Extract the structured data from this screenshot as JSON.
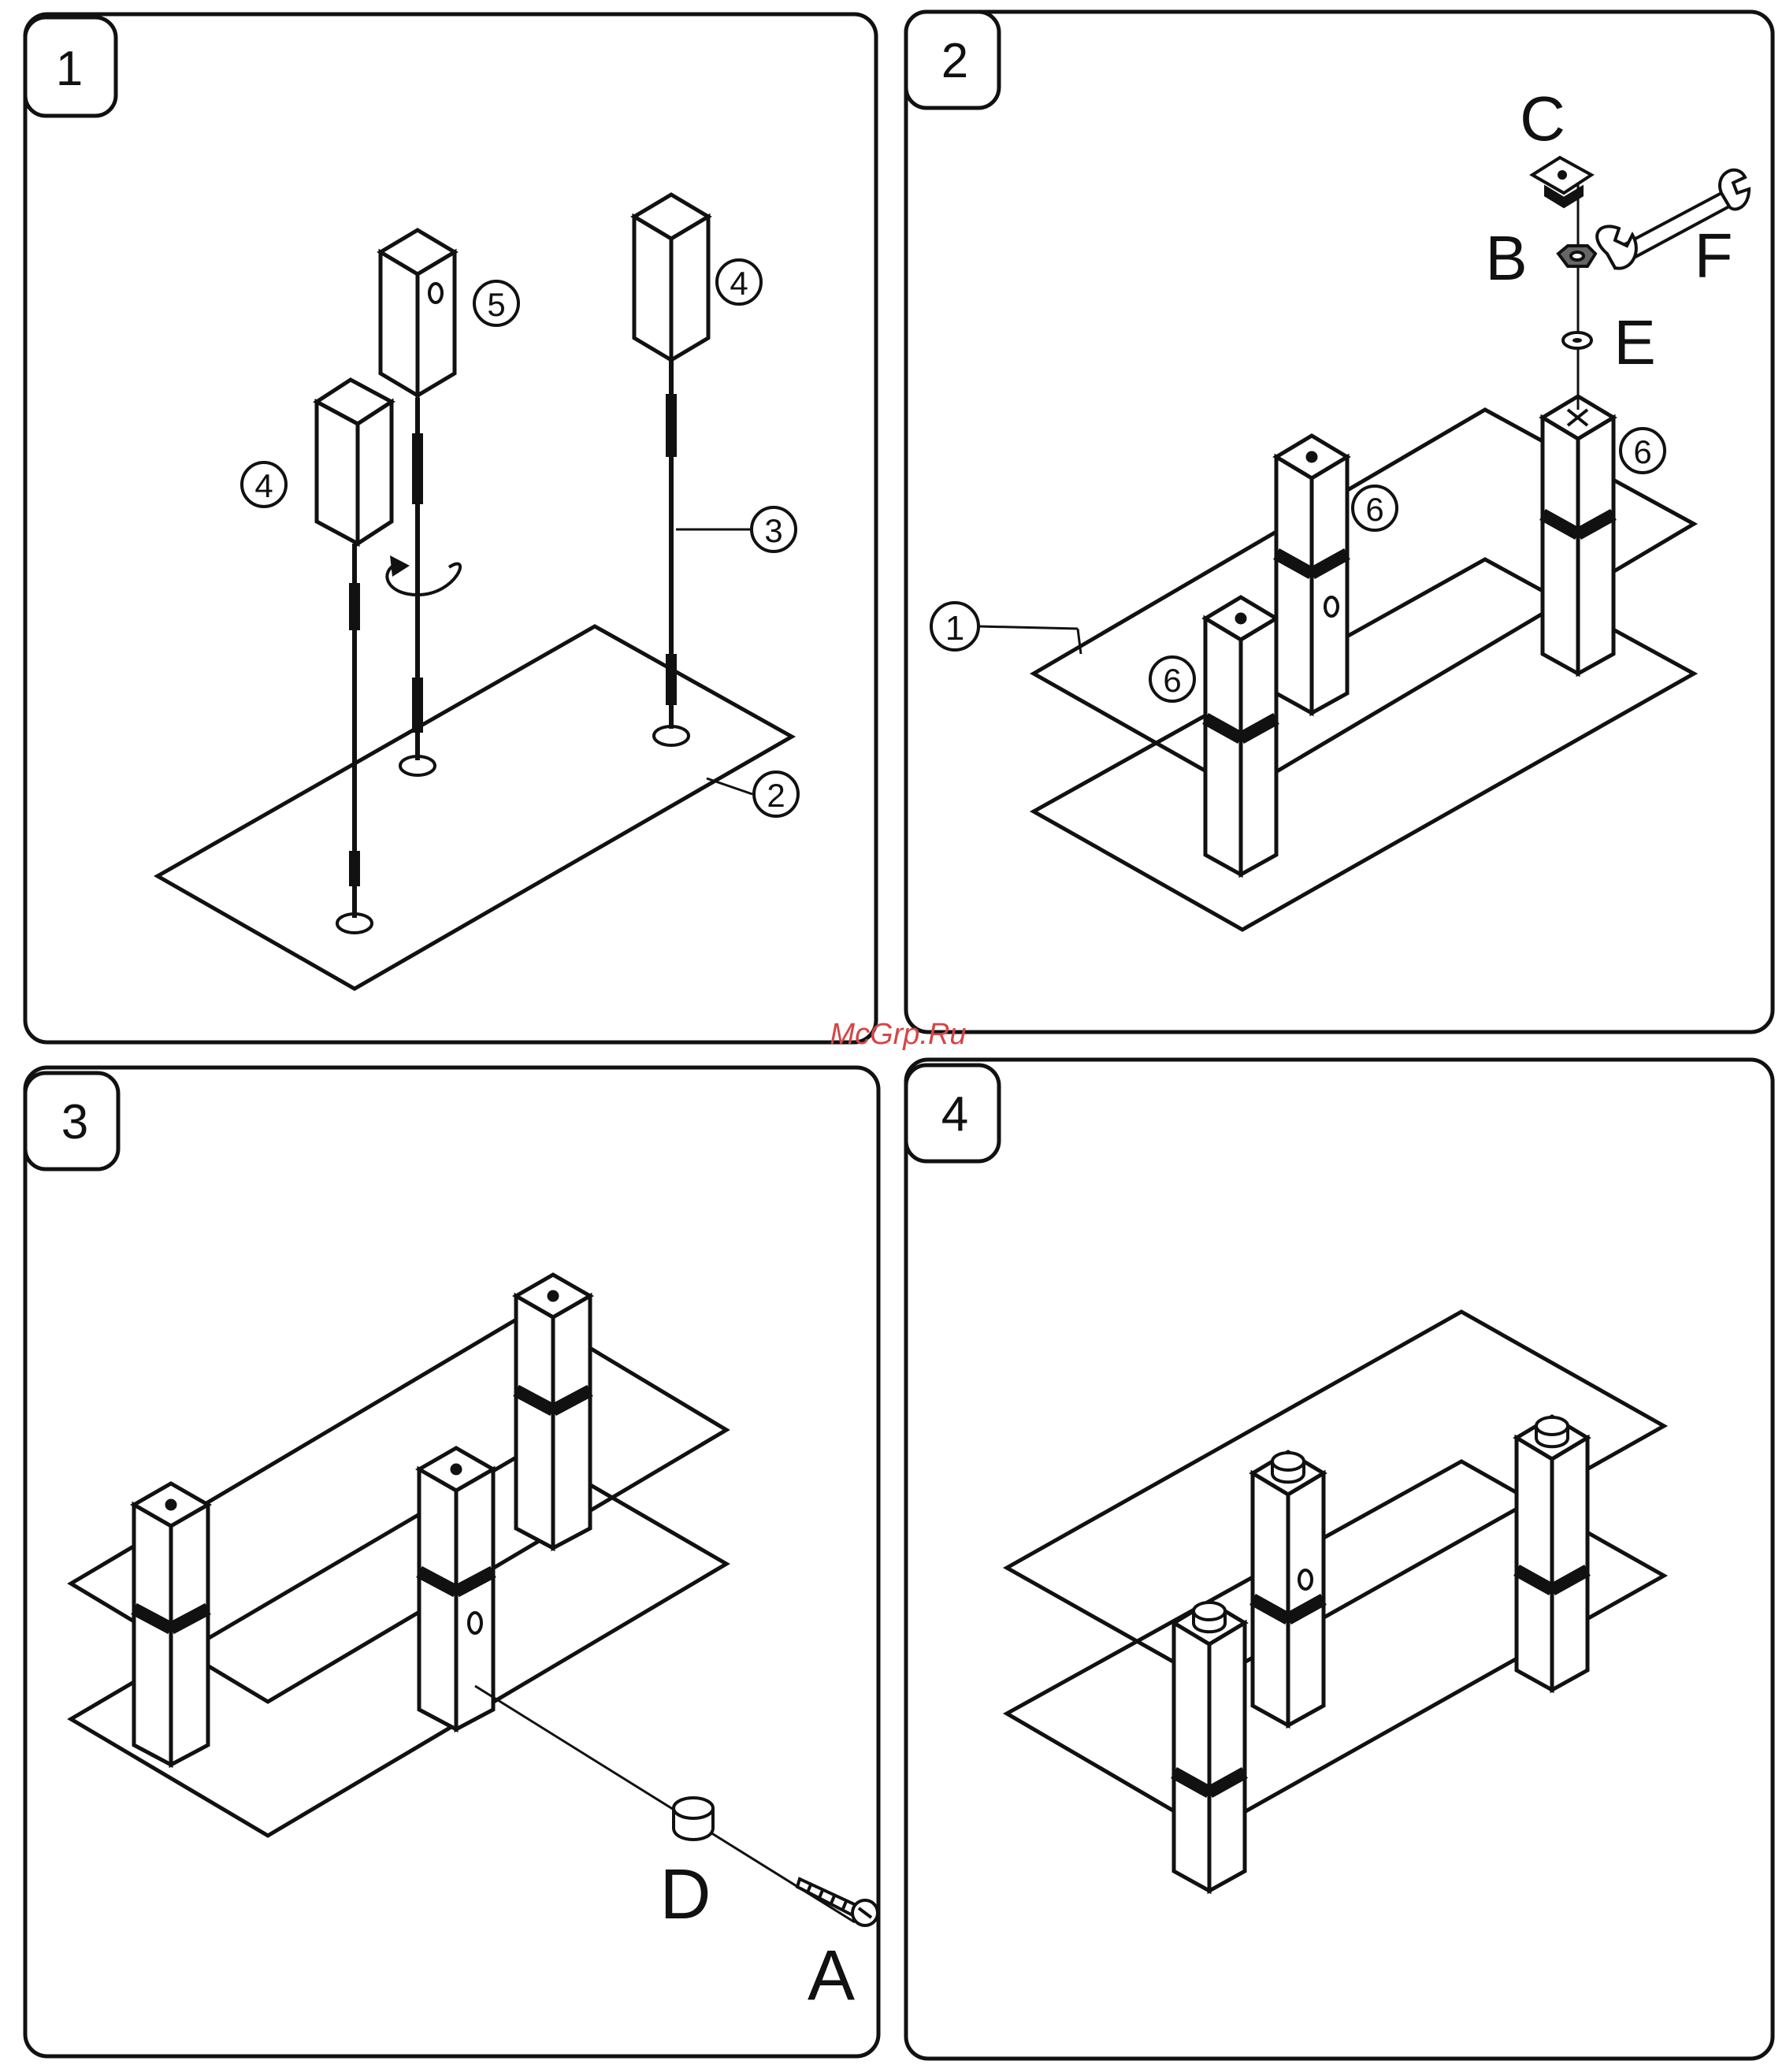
{
  "watermark": "McGrp.Ru",
  "steps": [
    {
      "number": "1",
      "callouts": {
        "top_glass": "2",
        "rod": "3",
        "leg_left": "4",
        "leg_right": "4",
        "leg_center": "5"
      }
    },
    {
      "number": "2",
      "callouts": {
        "glass": "1",
        "leg_a": "6",
        "leg_b": "6",
        "leg_c": "6"
      },
      "parts": {
        "cap": "C",
        "nut": "B",
        "washer": "E",
        "wrench": "F"
      }
    },
    {
      "number": "3",
      "parts": {
        "cover": "D",
        "screw": "A"
      }
    },
    {
      "number": "4"
    }
  ],
  "colors": {
    "ink": "#111111",
    "paper": "#ffffff",
    "watermark": "#d64545"
  }
}
